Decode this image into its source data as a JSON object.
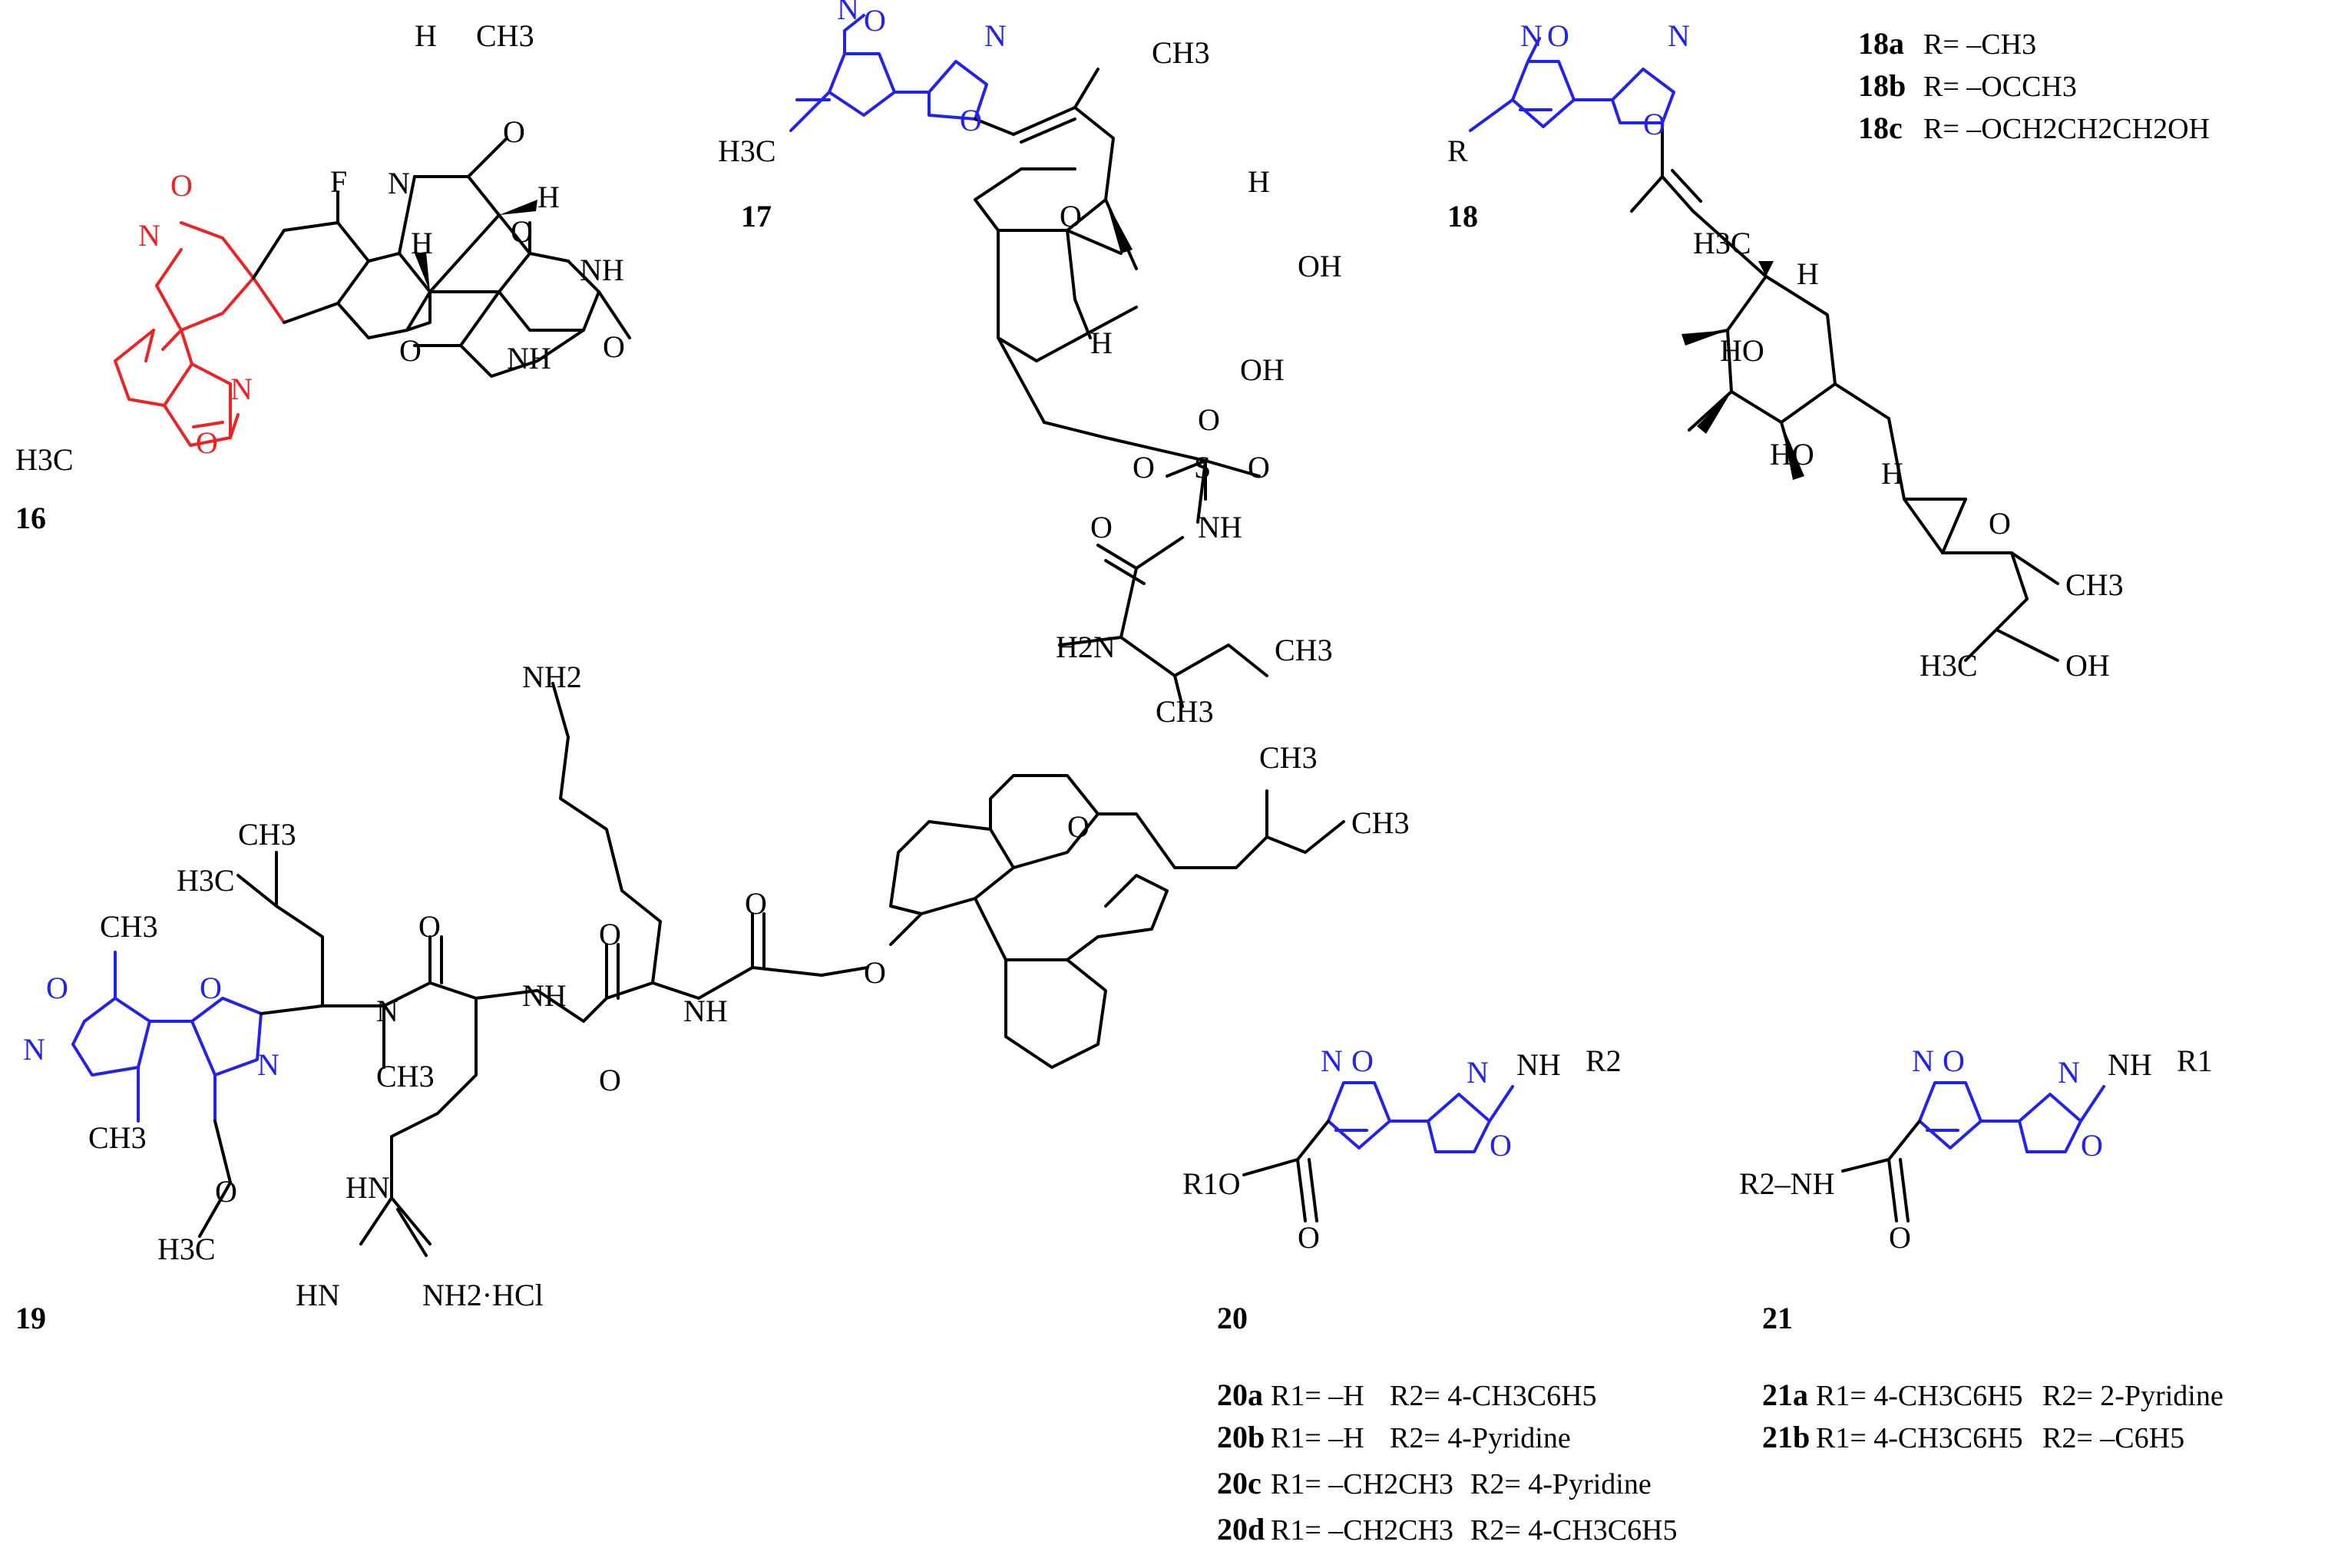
{
  "compounds": {
    "c16": {
      "label": "16",
      "H_a": "H",
      "H_b": "H",
      "H_c": "H",
      "CH3": "CH3",
      "F": "F",
      "N": "N",
      "O_ring": "O",
      "O_a": "O",
      "O_b": "O",
      "O_c": "O",
      "NH_a": "NH",
      "NH_b": "NH",
      "iso_O_a": "O",
      "iso_N_a": "N",
      "iso_O_b": "O",
      "iso_N_b": "N",
      "H3C": "H3C"
    },
    "c17": {
      "label": "17",
      "iso_N": "N",
      "iso_O": "O",
      "ox_N": "N",
      "ox_O": "O",
      "CH3_top": "CH3",
      "H3C": "H3C",
      "O_ring": "O",
      "H_a": "H",
      "H_b": "H",
      "OH_a": "OH",
      "OH_b": "OH",
      "O_link": "O",
      "S": "S",
      "O_s1": "O",
      "O_s2": "O",
      "NH": "NH",
      "O_amide": "O",
      "H2N": "H2N",
      "CH3_a": "CH3",
      "CH3_b": "CH3"
    },
    "c18": {
      "label": "18",
      "R": "R",
      "iso_N": "N",
      "iso_O": "O",
      "ox_N": "N",
      "ox_O": "O",
      "H3C": "H3C",
      "H_a": "H",
      "H_b": "H",
      "HO_a": "HO",
      "HO_b": "HO",
      "O_ep": "O",
      "CH3": "CH3",
      "H3C_b": "H3C",
      "OH": "OH"
    },
    "c18_subs": [
      {
        "id": "18a",
        "text": "R= –CH3"
      },
      {
        "id": "18b",
        "text": "R= –OCCH3"
      },
      {
        "id": "18c",
        "text": "R= –OCH2CH2CH2OH"
      }
    ],
    "c19": {
      "label": "19",
      "NH2": "NH2",
      "CH3_a": "CH3",
      "H3C_a": "H3C",
      "CH3_b": "CH3",
      "CH3_c": "CH3",
      "CH3_d": "CH3",
      "iso_O": "O",
      "iso_N": "N",
      "ox_O": "O",
      "ox_N": "N",
      "N_me": "N",
      "CH3_e": "CH3",
      "O_a": "O",
      "O_b": "O",
      "O_c": "O",
      "NH_a": "NH",
      "NH_b": "NH",
      "O_d": "O",
      "O_e": "O",
      "O_f": "O",
      "HN_g": "HN",
      "HN_i": "HN",
      "NH2_salt": "NH2·HCl",
      "O_me": "O",
      "H3C_b": "H3C"
    },
    "c20": {
      "label": "20",
      "iso_N": "N",
      "iso_O": "O",
      "ox_N": "N",
      "ox_O": "O",
      "NH": "NH",
      "R2": "R2",
      "R1O": "R1O",
      "O_c": "O"
    },
    "c20_subs": [
      {
        "id": "20a",
        "r1": "R1= –H",
        "r2": "R2= 4-CH3C6H5"
      },
      {
        "id": "20b",
        "r1": "R1= –H",
        "r2": "R2= 4-Pyridine"
      },
      {
        "id": "20c",
        "r1": "R1= –CH2CH3",
        "r2": "R2= 4-Pyridine"
      },
      {
        "id": "20d",
        "r1": "R1= –CH2CH3",
        "r2": "R2= 4-CH3C6H5"
      }
    ],
    "c21": {
      "label": "21",
      "iso_N": "N",
      "iso_O": "O",
      "ox_N": "N",
      "ox_O": "O",
      "NH": "NH",
      "R1": "R1",
      "R2NH": "R2–NH",
      "O_c": "O"
    },
    "c21_subs": [
      {
        "id": "21a",
        "r1": "R1= 4-CH3C6H5",
        "r2": "R2= 2-Pyridine"
      },
      {
        "id": "21b",
        "r1": "R1= 4-CH3C6H5",
        "r2": "R2= –C6H5"
      }
    ]
  },
  "colors": {
    "black": "#000000",
    "blue": "#2222ee",
    "red": "#ee2222"
  }
}
